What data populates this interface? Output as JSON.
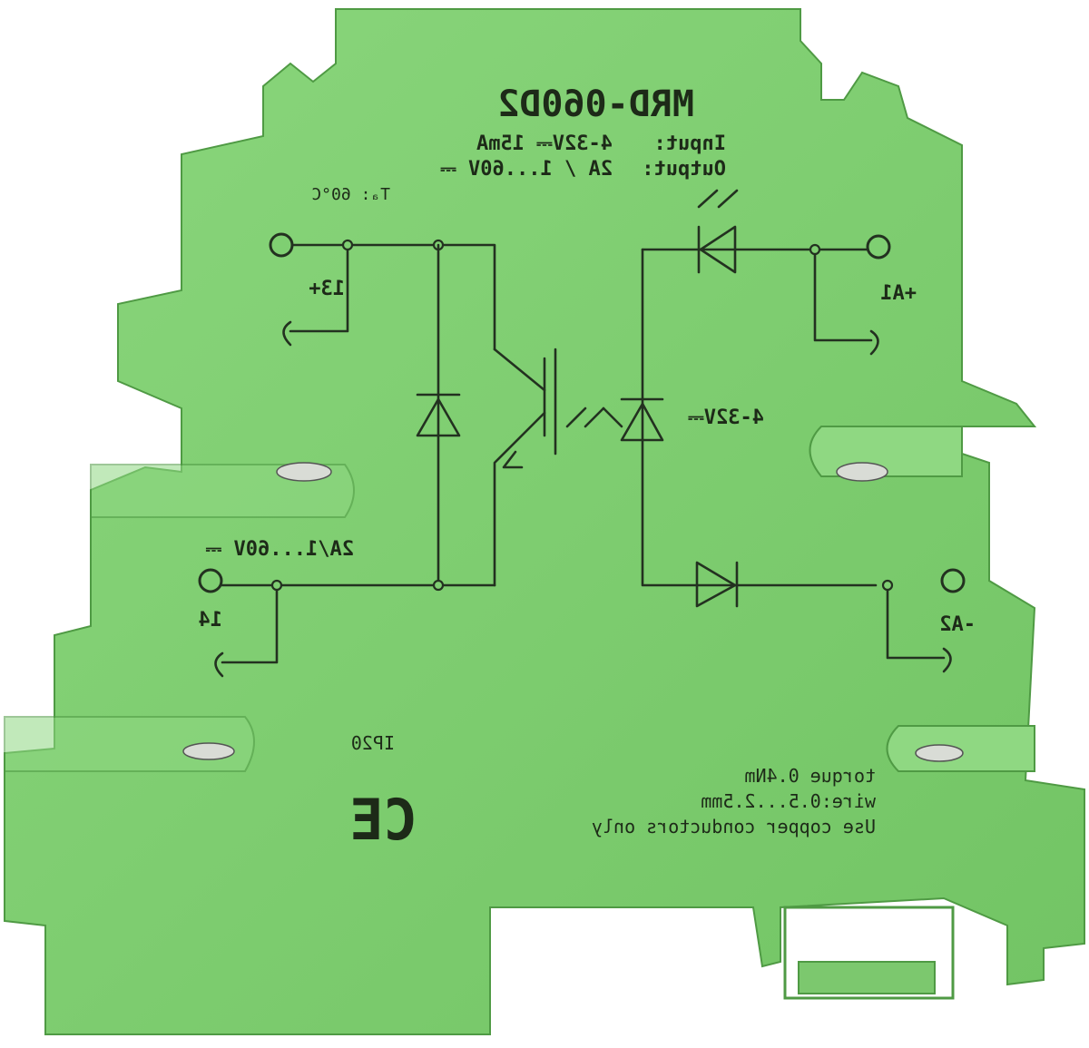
{
  "colors": {
    "housing": "#78c96a",
    "housing_light": "#8fd882",
    "housing_shadow": "#5fae52",
    "print": "#1d2a18",
    "background": "#ffffff"
  },
  "labels": {
    "model": "MRD-060D2",
    "input_label": "Input:",
    "input_value": "4-32V⎓ 15mA",
    "output_label": "Output:",
    "output_value": "2A / 1...60V ⎓",
    "ambient_temp": "Tₐ: 60°C",
    "terminal_13": "13+",
    "terminal_a1": "+A1",
    "terminal_14": "14",
    "terminal_a2": "-A2",
    "led_voltage": "4-32V⎓",
    "output_rating": "2A/1...60V ⎓",
    "protection": "IP20",
    "ce_mark": "CE",
    "torque": "torque 0.4Nm",
    "wire": "wire:0.5...2.5mm",
    "conductors": "Use copper conductors only"
  }
}
